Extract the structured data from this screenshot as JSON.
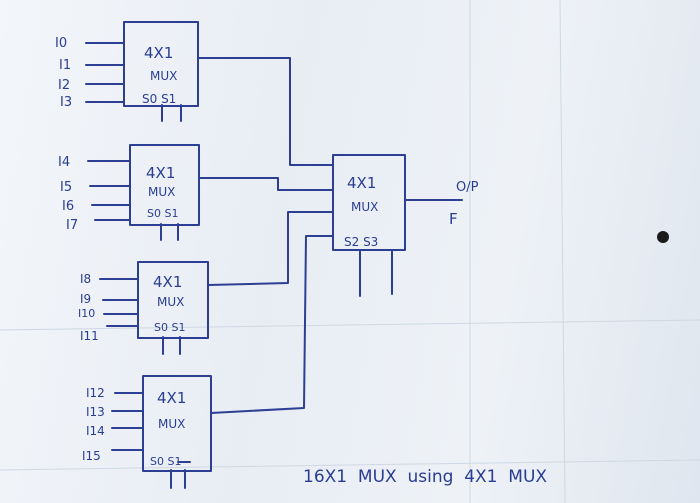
{
  "muxes": [
    {
      "id": "mux1",
      "title": "4X1",
      "label": "MUX",
      "selects": "S0  S1",
      "inputs": [
        "I0",
        "I1",
        "I2",
        "I3"
      ]
    },
    {
      "id": "mux2",
      "title": "4X1",
      "label": "MUX",
      "selects": "S0  S1",
      "inputs": [
        "I4",
        "I5",
        "I6",
        "I7"
      ]
    },
    {
      "id": "mux3",
      "title": "4X1",
      "label": "MUX",
      "selects": "S0  S1",
      "inputs": [
        "I8",
        "I9",
        "I10",
        "I11"
      ]
    },
    {
      "id": "mux4",
      "title": "4X1",
      "label": "MUX",
      "selects": "S0  S1",
      "inputs": [
        "I12",
        "I13",
        "I14",
        "I15"
      ]
    },
    {
      "id": "mux5",
      "title": "4X1",
      "label": "MUX",
      "selects": "S2  S3"
    }
  ],
  "output": {
    "label": "O/P",
    "name": "F"
  },
  "caption": "16X1  MUX  using  4X1  MUX"
}
